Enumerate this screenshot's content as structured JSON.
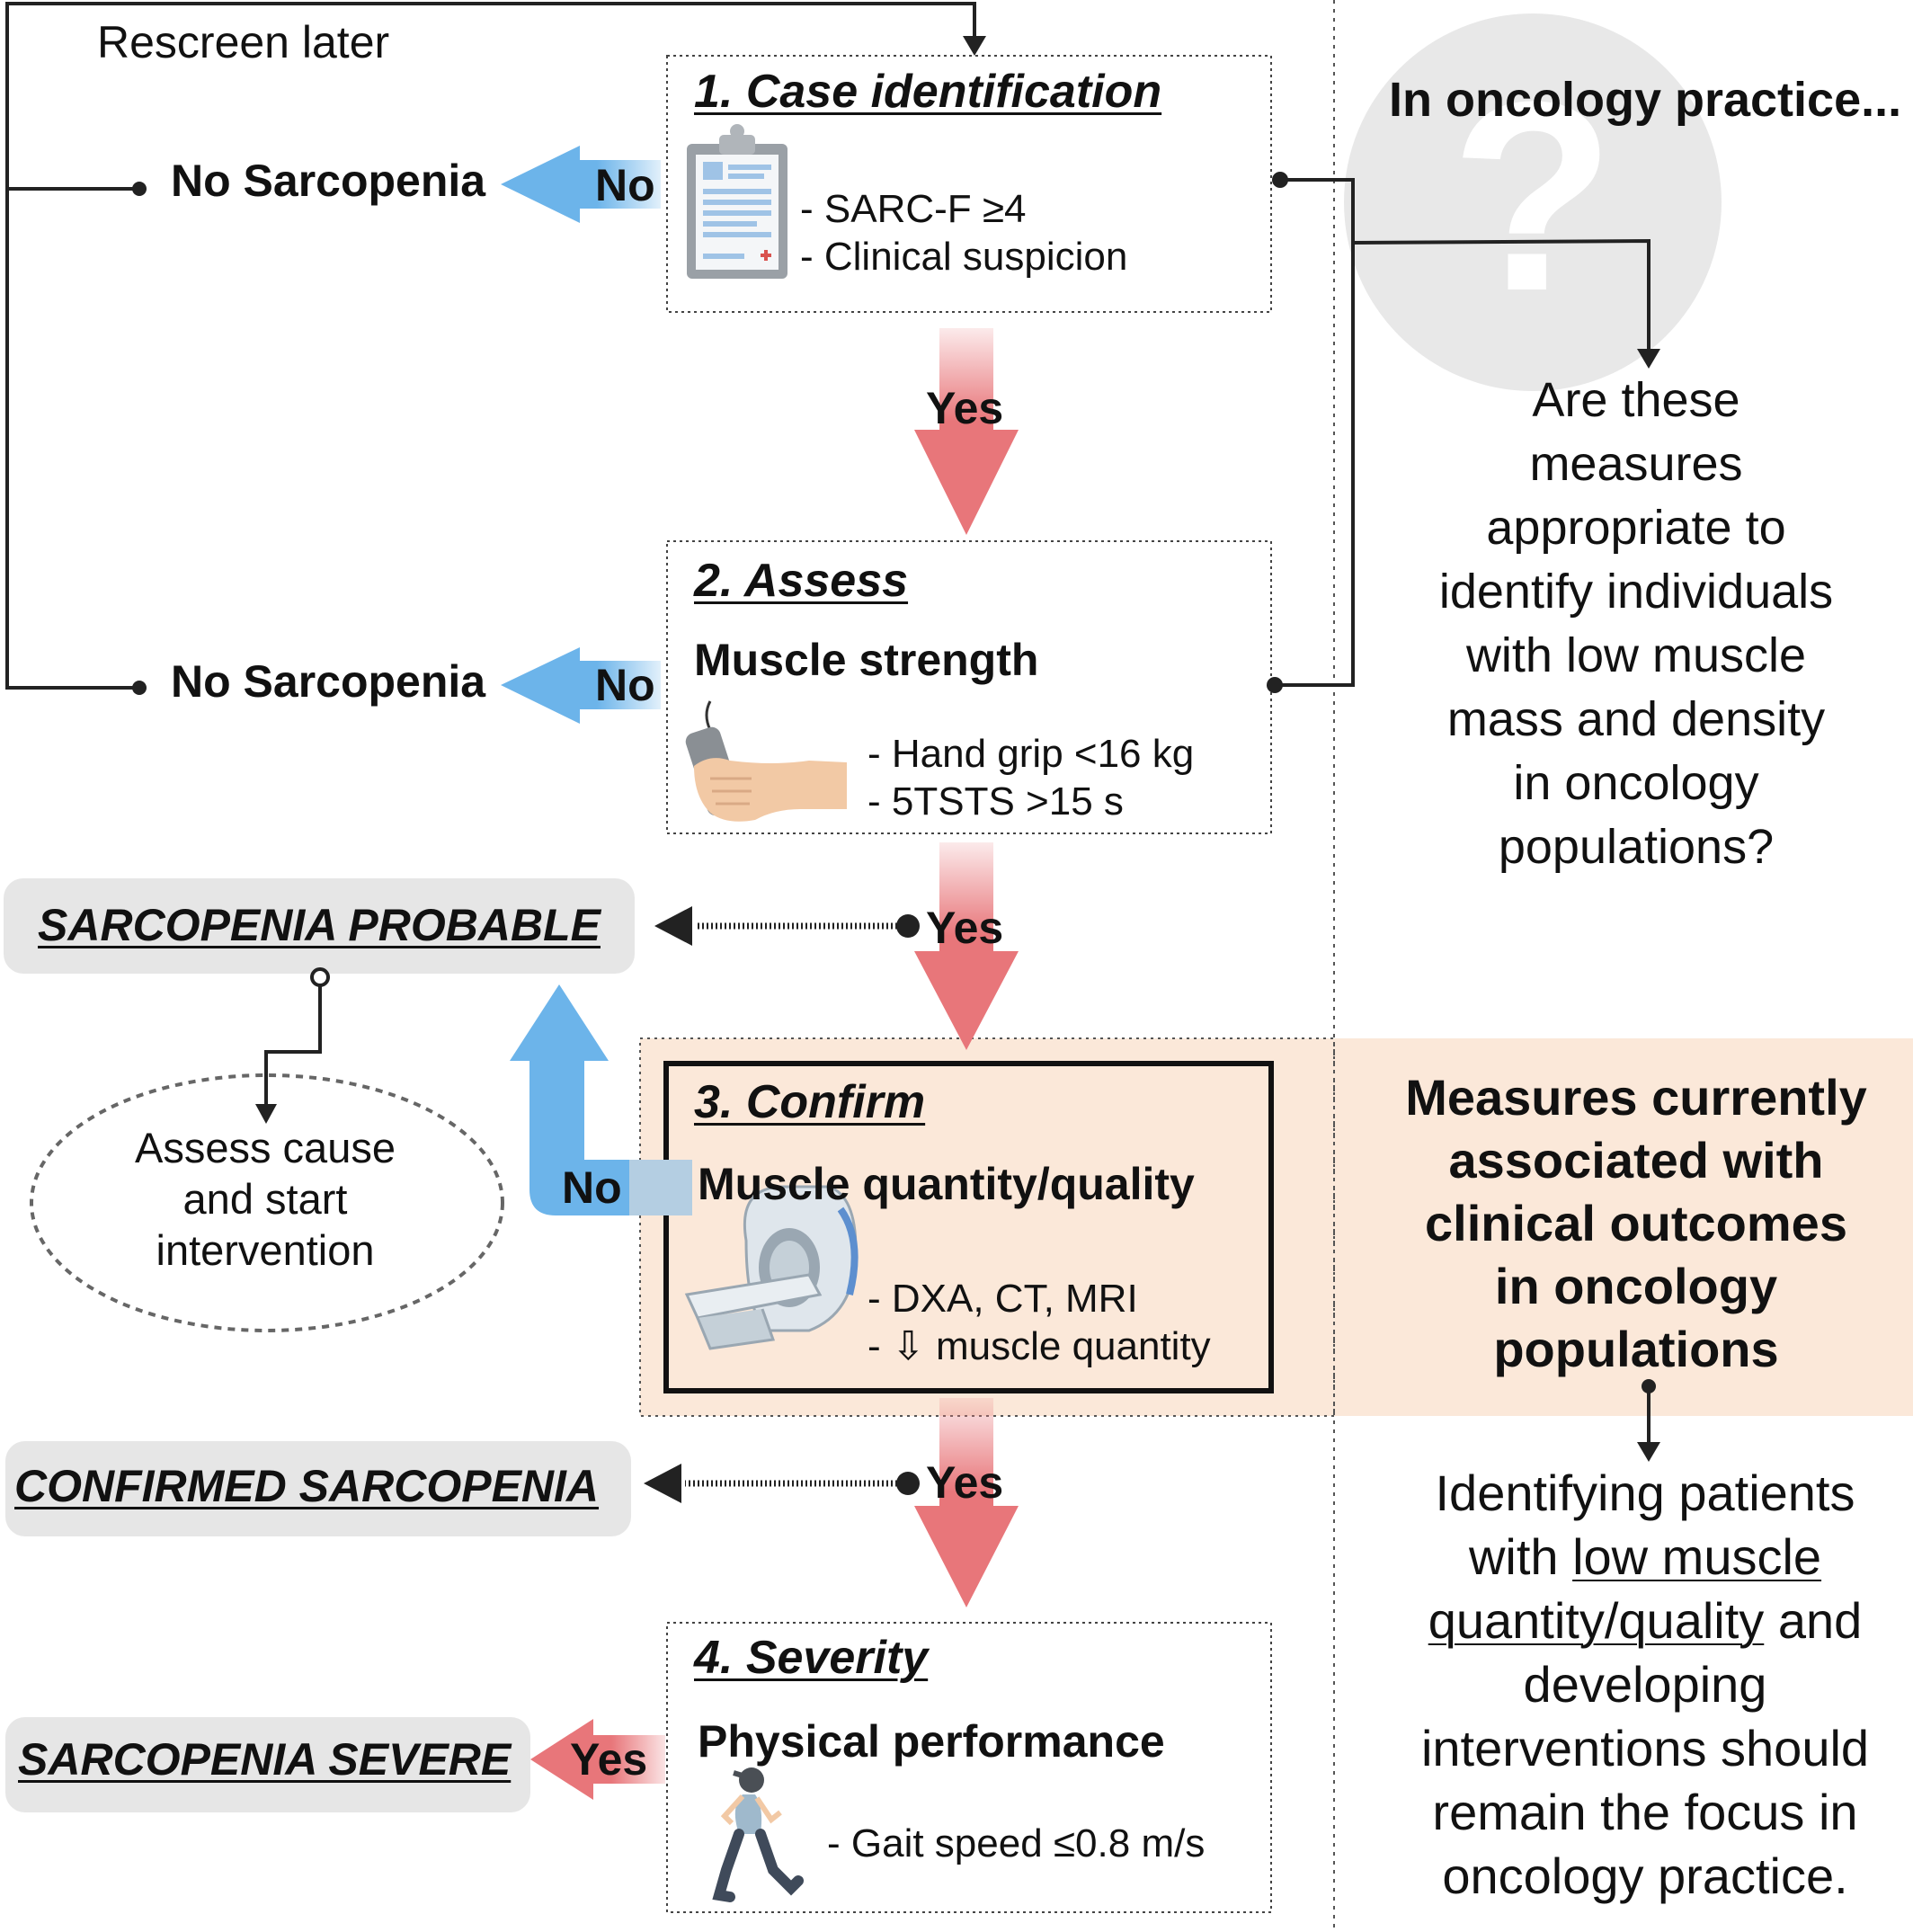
{
  "rescreen_label": "Rescreen later",
  "no_sarcopenia": "No Sarcopenia",
  "no_label": "No",
  "yes_label": "Yes",
  "step1": {
    "title": "1. Case identification",
    "criteria": [
      "- SARC-F ≥4",
      "- Clinical suspicion"
    ]
  },
  "step2": {
    "title": "2. Assess",
    "subtitle": "Muscle strength",
    "criteria": [
      "- Hand grip <16 kg",
      "- 5TSTS >15 s"
    ]
  },
  "step3": {
    "title": "3. Confirm",
    "subtitle": "Muscle quantity/quality",
    "criteria": [
      "- DXA, CT, MRI",
      "- ⇩ muscle quantity"
    ]
  },
  "step4": {
    "title": "4. Severity",
    "subtitle": "Physical performance",
    "criteria": [
      "- Gait speed ≤0.8 m/s"
    ]
  },
  "status": {
    "probable": "SARCOPENIA PROBABLE",
    "confirmed": "CONFIRMED SARCOPENIA",
    "severe": "SARCOPENIA SEVERE"
  },
  "assess_cause": [
    "Assess cause",
    "and start",
    "intervention"
  ],
  "right_panel": {
    "heading": "In oncology practice...",
    "question": [
      "Are these",
      "measures",
      "appropriate to",
      "identify individuals",
      "with low muscle",
      "mass and density",
      "in oncology",
      "populations?"
    ],
    "highlight": [
      "Measures currently",
      "associated with",
      "clinical outcomes",
      "in oncology",
      "populations"
    ],
    "conclusion": {
      "line1": "Identifying patients",
      "line2_a": "with ",
      "line2_b": "low muscle ",
      "line3_a": "quantity/quality",
      "line3_b": " and",
      "line4": "developing",
      "line5": "interventions should",
      "line6": "remain the focus in",
      "line7": "oncology practice."
    }
  },
  "colors": {
    "no_arrow": "#6cb4ea",
    "yes_arrow": "#e8767a",
    "status_bg": "#e6e6e6",
    "confirm_bg": "#fbe8d9",
    "line": "#222222"
  }
}
